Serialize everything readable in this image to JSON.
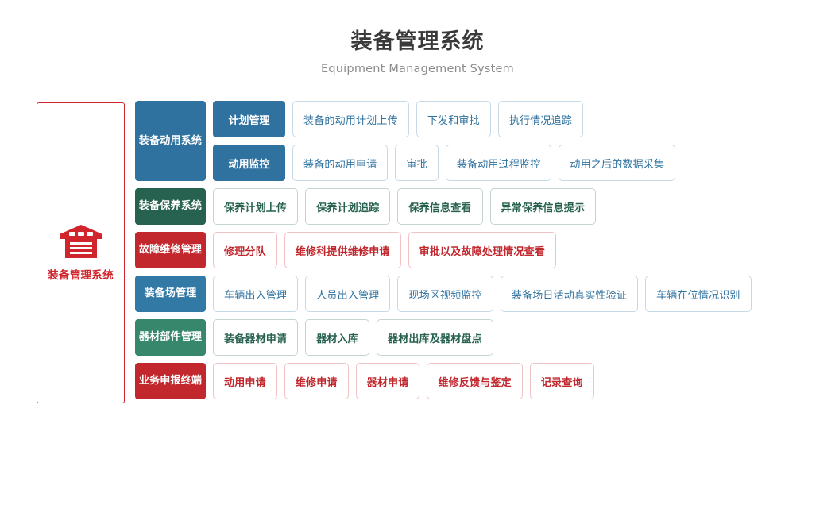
{
  "header": {
    "title_cn": "装备管理系统",
    "title_en": "Equipment Management System"
  },
  "hero": {
    "icon": "warehouse-icon",
    "label": "装备管理系统",
    "border_color": "#d0252c",
    "color": "#d0252c"
  },
  "colors": {
    "blue": "#2f72a0",
    "blue_light": "#3279a6",
    "green": "#27614f",
    "green_light": "#36876c",
    "red": "#c1272d",
    "node_border_blue": "#c6d9e7",
    "node_border_green": "#c3d6ce",
    "node_border_red": "#f0c3c6",
    "title": "#3a3a3a",
    "subtitle": "#8c8c8c"
  },
  "groups": [
    {
      "category": "装备动用系统",
      "theme": "blue",
      "subrows": [
        {
          "subcategory": "计划管理",
          "nodes": [
            "装备的动用计划上传",
            "下发和审批",
            "执行情况追踪"
          ]
        },
        {
          "subcategory": "动用监控",
          "nodes": [
            "装备的动用申请",
            "审批",
            "装备动用过程监控",
            "动用之后的数据采集"
          ]
        }
      ]
    },
    {
      "category": "装备保养系统",
      "theme": "green",
      "nodes": [
        "保养计划上传",
        "保养计划追踪",
        "保养信息查看",
        "异常保养信息提示"
      ]
    },
    {
      "category": "故障维修管理",
      "theme": "red",
      "nodes": [
        "修理分队",
        "维修科提供维修申请",
        "审批以及故障处理情况查看"
      ]
    },
    {
      "category": "装备场管理",
      "theme": "blue2",
      "nodes": [
        "车辆出入管理",
        "人员出入管理",
        "现场区视频监控",
        "装备场日活动真实性验证",
        "车辆在位情况识别"
      ]
    },
    {
      "category": "器材部件管理",
      "theme": "green2",
      "nodes": [
        "装备器材申请",
        "器材入库",
        "器材出库及器材盘点"
      ]
    },
    {
      "category": "业务申报终端",
      "theme": "red2",
      "nodes": [
        "动用申请",
        "维修申请",
        "器材申请",
        "维修反馈与鉴定",
        "记录查询"
      ]
    }
  ]
}
